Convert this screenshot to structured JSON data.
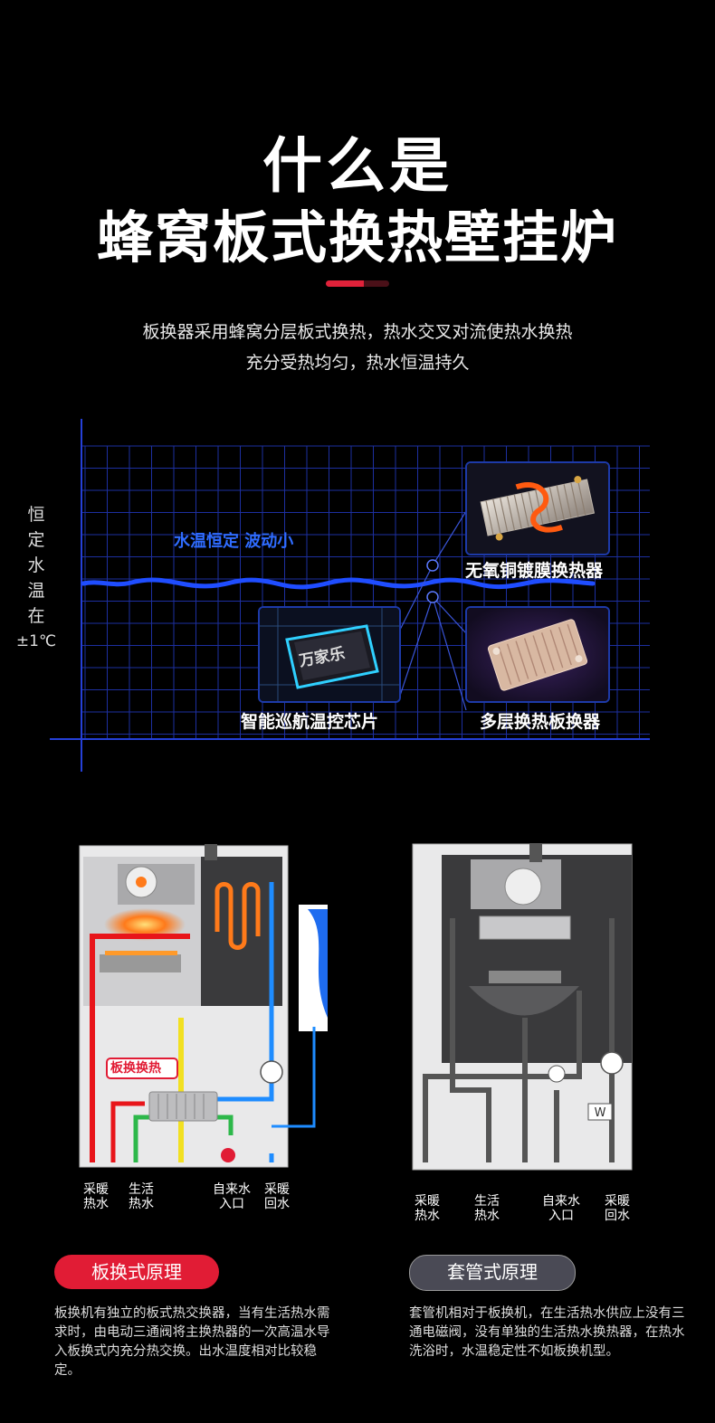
{
  "header": {
    "title_line1": "什么是",
    "title_line2": "蜂窝板式换热壁挂炉",
    "accent_color": "#e0223a"
  },
  "subtitle": {
    "line1": "板换器采用蜂窝分层板式换热，热水交叉对流使热水换热",
    "line2": "充分受热均匀，热水恒温持久"
  },
  "graph": {
    "y_label_chars": [
      "恒",
      "定",
      "水",
      "温",
      "在",
      "±1℃"
    ],
    "wave_label": "水温恒定  波动小",
    "grid_color": "#1d2fa0",
    "wave_color": "#1f4dff",
    "cards": {
      "exchanger": "无氧铜镀膜换热器",
      "chip": "智能巡航温控芯片",
      "plate": "多层换热板换器"
    },
    "chip_text": "万家乐"
  },
  "diagrams": {
    "left": {
      "plate_label": "板换换热",
      "outputs": [
        {
          "line1": "采暖",
          "line2": "热水"
        },
        {
          "line1": "生活",
          "line2": "热水"
        },
        {
          "line1": "自来水",
          "line2": "入口"
        },
        {
          "line1": "采暖",
          "line2": "回水"
        }
      ]
    },
    "right": {
      "valve_label": "W",
      "outputs": [
        {
          "line1": "采暖",
          "line2": "热水"
        },
        {
          "line1": "生活",
          "line2": "热水"
        },
        {
          "line1": "自来水",
          "line2": "入口"
        },
        {
          "line1": "采暖",
          "line2": "回水"
        }
      ]
    }
  },
  "principles": {
    "plate": {
      "title": "板换式原理",
      "color": "#e11c35",
      "desc": "板换机有独立的板式热交换器，当有生活热水需求时，由电动三通阀将主换热器的一次高温水导入板换式内充分热交换。出水温度相对比较稳定。"
    },
    "sleeve": {
      "title": "套管式原理",
      "color": "#4a4a55",
      "desc": "套管机相对于板换机，在生活热水供应上没有三通电磁阀，没有单独的生活热水换热器，在热水洗浴时，水温稳定性不如板换机型。"
    }
  }
}
